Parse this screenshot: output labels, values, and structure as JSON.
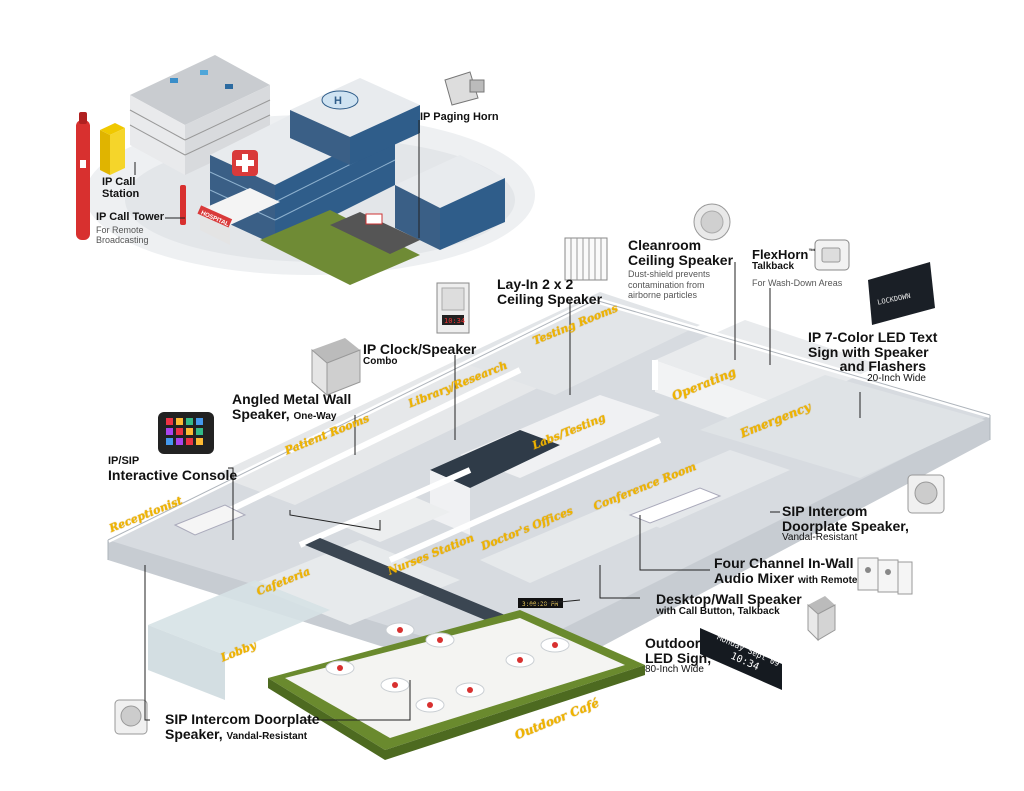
{
  "callouts": {
    "ip_paging_horn": {
      "title": "IP Paging Horn"
    },
    "ip_call_station": {
      "line1": "IP Call",
      "line2": "Station"
    },
    "ip_call_tower": {
      "title": "IP Call Tower",
      "desc1": "For Remote",
      "desc2": "Broadcasting"
    },
    "cleanroom_speaker": {
      "line1": "Cleanroom",
      "line2": "Ceiling Speaker",
      "desc1": "Dust-shield prevents",
      "desc2": "contamination from",
      "desc3": "airborne particles"
    },
    "flexhorn": {
      "title": "FlexHorn",
      "tm": "™",
      "sub": "Talkback",
      "desc": "For Wash-Down Areas"
    },
    "layin": {
      "line1": "Lay-In 2 x 2",
      "line2": "Ceiling Speaker"
    },
    "ip_clock": {
      "title": "IP Clock/Speaker",
      "sub": "Combo"
    },
    "led_text_sign": {
      "line1": "IP 7-Color LED Text",
      "line2": "Sign with Speaker",
      "line3": "and Flashers",
      "sub": "20-Inch Wide"
    },
    "angled_speaker": {
      "line1": "Angled Metal Wall",
      "line2": "Speaker,",
      "sub": "One-Way"
    },
    "console": {
      "line1": "IP/SIP",
      "line2": "Interactive Console"
    },
    "sip_doorplate_right": {
      "line1": "SIP Intercom",
      "line2": "Doorplate Speaker,",
      "sub": "Vandal-Resistant"
    },
    "audio_mixer": {
      "line1": "Four Channel In-Wall",
      "line2": "Audio Mixer",
      "sub": "with Remote"
    },
    "desk_speaker": {
      "title": "Desktop/Wall Speaker",
      "sub": "with Call Button, Talkback"
    },
    "outdoor_led": {
      "line1": "Outdoor",
      "line2": "LED Sign,",
      "sub": "80-Inch Wide"
    },
    "sip_doorplate_left": {
      "line1": "SIP Intercom Doorplate",
      "line2": "Speaker,",
      "sub": "Vandal-Resistant"
    }
  },
  "rooms": {
    "testing_rooms": "Testing Rooms",
    "library_research": "Library/Research",
    "operating": "Operating",
    "emergency": "Emergency",
    "labs_testing": "Labs/Testing",
    "patient_rooms": "Patient Rooms",
    "conference_room": "Conference Room",
    "receptionist": "Receptionist",
    "doctors_offices": "Doctor's Offices",
    "nurses_station": "Nurses Station",
    "cafeteria": "Cafeteria",
    "lobby": "Lobby",
    "outdoor_cafe": "Outdoor Café"
  },
  "building": {
    "sign": "HOSPITAL",
    "helipad": "H"
  },
  "signs": {
    "lockdown": "LOCKDOWN",
    "led_day": "Monday Sept 09",
    "led_time": "10:34",
    "clock_time": "10:34",
    "hall_sign": "3:00:20 PM"
  },
  "colors": {
    "room_label": "#f0b400",
    "floor": "#d7dbe0",
    "wall": "#f4f5f7",
    "grass": "#5e7a2b",
    "glass": "#d6e2e6",
    "building_blue": "#2f5d8a"
  }
}
